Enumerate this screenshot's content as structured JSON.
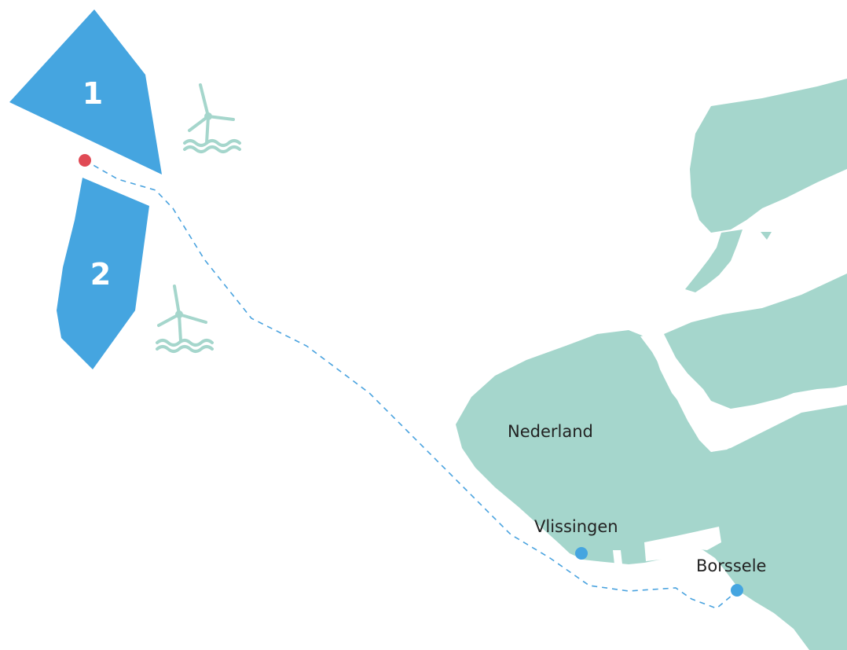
{
  "colors": {
    "sea": "#ffffff",
    "land": "#a5d6cc",
    "wind_zone": "#45a5e0",
    "wind_zone_label": "#ffffff",
    "cable": "#4aa3df",
    "offshore_point": "#e04a55",
    "town_point": "#45a5e0",
    "turbine": "#a5d6cc",
    "label_text": "#222222"
  },
  "wind_zones": [
    {
      "label": "1"
    },
    {
      "label": "2"
    }
  ],
  "turbine_icons": [
    {
      "icon": "wind-turbine-icon"
    },
    {
      "icon": "wind-turbine-icon"
    }
  ],
  "places": {
    "country": "Nederland",
    "vlissingen": "Vlissingen",
    "borssele": "Borssele"
  }
}
